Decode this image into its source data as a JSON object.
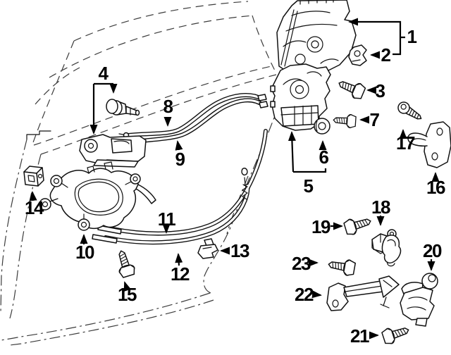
{
  "diagram": {
    "background_color": "#ffffff",
    "ink_color": "#000000"
  },
  "callouts": {
    "c1": "1",
    "c2": "2",
    "c3": "3",
    "c4": "4",
    "c5": "5",
    "c6": "6",
    "c7": "7",
    "c8": "8",
    "c9": "9",
    "c10": "10",
    "c11": "11",
    "c12": "12",
    "c13": "13",
    "c14": "14",
    "c15": "15",
    "c16": "16",
    "c17": "17",
    "c18": "18",
    "c19": "19",
    "c20": "20",
    "c21": "21",
    "c22": "22",
    "c23": "23"
  }
}
